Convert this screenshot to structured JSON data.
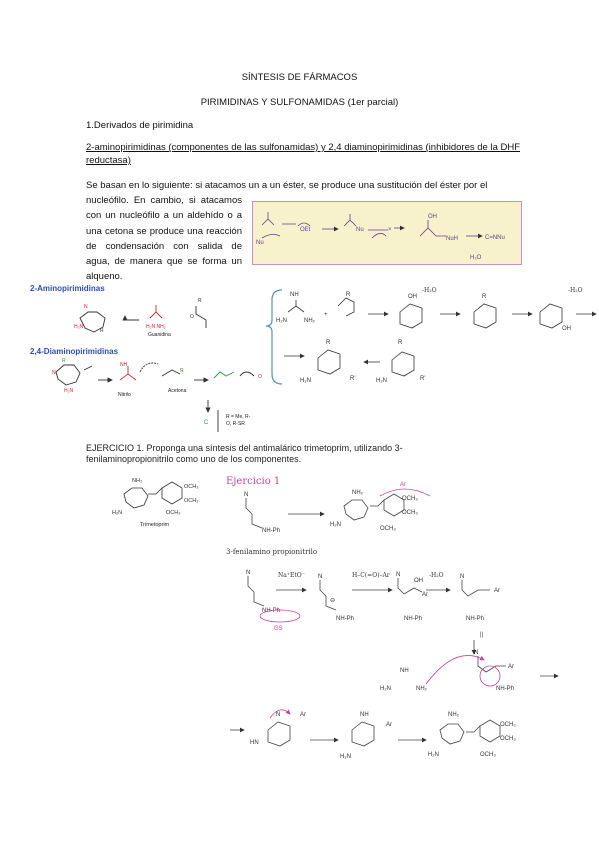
{
  "document": {
    "title": "SÍNTESIS DE FÁRMACOS",
    "subtitle": "PIRIMIDINAS Y SULFONAMIDAS (1er parcial)",
    "section": "1.Derivados de pirimidina",
    "subsection": "2-aminopirimidinas (componentes de las sulfonamidas) y 2,4 diaminopirimidinas (inhibidores de la DHF reductasa)",
    "paragraph_1": "Se basan en lo siguiente: si atacamos un a un éster, se produce una sustitución del éster por el",
    "paragraph_2": "nucleófilo. En cambio, si atacamos con un nucleófilo a un aldehído o a una cetona se produce una reacción de condensación con salida de agua, de manera que se forma un alqueno.",
    "scheme_labels": {
      "aminopyrimidines": "2-Aminopirimidinas",
      "diaminopyrimidines": "2,4-Diaminopirimidinas",
      "guanidina": "Guanidina",
      "nitrilo": "Nitrilo",
      "acetona": "Acetona",
      "r_options": "R = Me, R-O, R-SR"
    },
    "exercise": "EJERCICIO 1. Proponga una síntesis del antimalárico trimetoprim, utilizando 3-fenilaminopropionitrilo como uno de los componentes.",
    "trimetoprim_label": "Trimetoprim",
    "handwritten": {
      "title": "Ejercicio 1",
      "reagent_name": "3-fenilamino propionitrilo",
      "base": "Na⁺EtO⁻",
      "minus_water_1": "-H₂O",
      "minus_water_2": "-H₂O",
      "minus_water_3": "-H₂O",
      "aldehyde": "H–C(=O)–Ar",
      "ar": "Ar"
    }
  },
  "colors": {
    "highlight_box_bg": "#f7f1cc",
    "highlight_box_border": "#c48fd0",
    "pink_ink": "#d0409a",
    "blue_label": "#2c4fb8",
    "red_atoms": "#d8262a",
    "green_atoms": "#2a9a3a",
    "bracket_blue": "#5a8fc0"
  }
}
